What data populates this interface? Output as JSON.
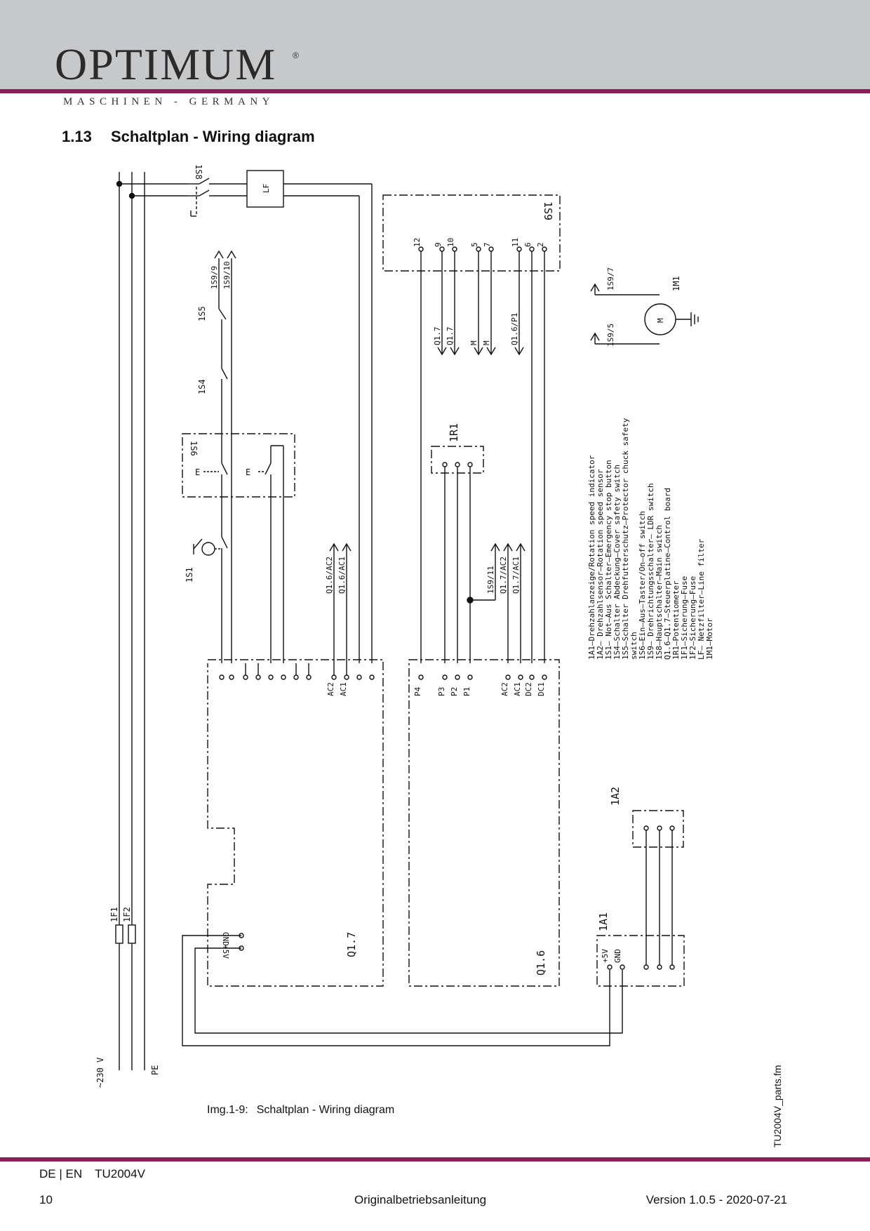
{
  "header": {
    "logo": "OPTIMUM",
    "logo_mark": "®",
    "tagline": "MASCHINEN - GERMANY",
    "colors": {
      "band": "#c7c8ca",
      "accent": "#8e1f5b"
    }
  },
  "section": {
    "number": "1.13",
    "title": "Schaltplan - Wiring diagram"
  },
  "diagram": {
    "supply": {
      "voltage": "~230 V",
      "earth": "PE"
    },
    "components": {
      "main_switch": "1S8",
      "line_filter": "LF",
      "ldr_switch": "1S9",
      "cover_switch": "1S5",
      "chuck_switch": "1S4",
      "onoff_switch": "1S6",
      "onoff_contact": "E",
      "emergency_stop": "1S1",
      "potentiometer": "1R1",
      "speed_sensor": "1A2",
      "speed_indicator": "1A1",
      "motor": "1M1",
      "motor_symbol": "M",
      "fuse_1": "1F1",
      "fuse_2": "1F2",
      "board_q17": "Q1.7",
      "board_q16": "Q1.6"
    },
    "s9_terminals": [
      "12",
      "9",
      "10",
      "5",
      "7",
      "11",
      "6",
      "2"
    ],
    "s5_refs": [
      "1S9/9",
      "1S9/10"
    ],
    "motor_refs": [
      "1S9/7",
      "1S9/5"
    ],
    "s9_refs": [
      "Q1.7",
      "Q1.7",
      "M",
      "M",
      "Q1.6/P1"
    ],
    "q17_refs": [
      "Q1.6/AC2",
      "Q1.6/AC1"
    ],
    "r1_refs": [
      "1S9/11",
      "Q1.7/AC2",
      "Q1.7/AC1"
    ],
    "q17_pins": [
      "AC2",
      "AC1"
    ],
    "q17_pins_bottom": [
      "GND",
      "+5V"
    ],
    "q16_pins": [
      "P4",
      "P3",
      "P2",
      "P1",
      "AC2",
      "AC1",
      "DC2",
      "DC1"
    ],
    "a1_pins": [
      "+5V",
      "GND"
    ],
    "legend": [
      "1A1–Drehzahlanzeige/Rotation speed indicator",
      "1A2– Drehzahlsensor–Rotation speed sensor",
      "1S1– Not–Aus Schalter–Emergency stop button",
      "1S4–Schalter Abdeckung–Cover safety switch",
      "1S5–Schalter Drehfutterschutz–Protector chuck safety",
      "switch",
      "1S6–Ein–Aus–Taster/On–off switch",
      "1S9– Drehrichtungsschalter– LDR switch",
      "1S8–Hauptschalter–Main switch",
      "Q1.6–Q1.7–Steuerplatine–Control board",
      "1R1–Potentiometer",
      "1F1–Sicherung–Fuse",
      "1F2–Sicherung–Fuse",
      "LF– Netzfilter–Line filter",
      "1M1–Motor"
    ]
  },
  "caption": {
    "label": "Img.1-9:",
    "text": "Schaltplan - Wiring diagram"
  },
  "side_file": "TU2004V_parts.fm",
  "footer": {
    "lang": "DE | EN",
    "model": "TU2004V",
    "page": "10",
    "center": "Originalbetriebsanleitung",
    "version": "Version 1.0.5 - 2020-07-21"
  }
}
